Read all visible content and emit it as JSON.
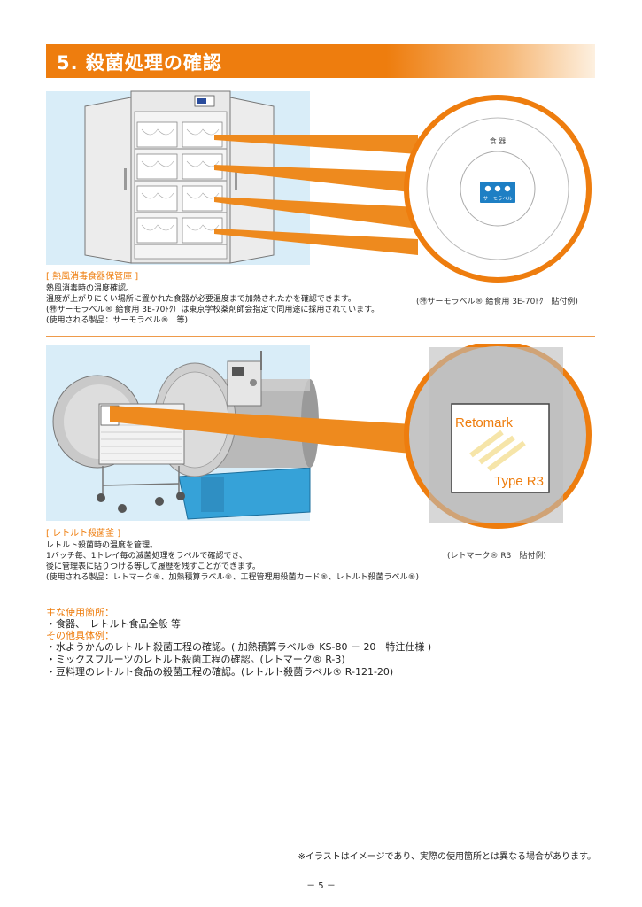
{
  "header": {
    "title": "5. 殺菌処理の確認"
  },
  "section1": {
    "label": "[ 熱風消毒食器保管庫 ]",
    "line1": "熱風消毒時の温度確認。",
    "line2": "温度が上がりにくい場所に置かれた食器が必要温度まで加熱されたかを確認できます。",
    "line3": "(㊕サーモラベル® 給食用 3E-70ﾄｸ）は東京学校薬剤師会指定で同用途に採用されています。",
    "line4": "(使用される製品：サーモラベル®　等)",
    "circle_label": "食 器",
    "sticker_text": "サーモラベル",
    "caption": "(㊕サーモラベル® 給食用 3E-70ﾄｸ　貼付例)"
  },
  "section2": {
    "label": "[ レトルト殺菌釜 ]",
    "line1": "レトルト殺菌時の温度を管理。",
    "line2": "1バッチ毎、1トレイ毎の滅菌処理をラベルで確認でき、",
    "line3": "後に管理表に貼りつける等して履歴を残すことができます。",
    "line4": "(使用される製品：レトマーク®、加熱積算ラベル®、工程管理用殺菌カード®、レトルト殺菌ラベル®)",
    "label_brand": "Retomark",
    "label_type": "Type R3",
    "caption": "(レトマーク® R3　貼付例)"
  },
  "usage": {
    "places_heading": "主な使用箇所：",
    "places_text": "・食器、　レトルト食品全般 等",
    "examples_heading": "その他具体例：",
    "examples": [
      "・水ようかんのレトルト殺菌工程の確認。( 加熱積算ラベル® KS-80 － 20　特注仕様 )",
      "・ミックスフルーツのレトルト殺菌工程の確認。(レトマーク® R-3)",
      "・豆料理のレトルト食品の殺菌工程の確認。(レトルト殺菌ラベル® R-121-20)"
    ]
  },
  "footer": {
    "note": "※イラストはイメージであり、実際の使用箇所とは異なる場合があります。",
    "page": "－ 5 －"
  },
  "colors": {
    "accent": "#ee7d0e",
    "panel_bg": "#d9edf8",
    "sticker_blue": "#1e7fc4"
  }
}
